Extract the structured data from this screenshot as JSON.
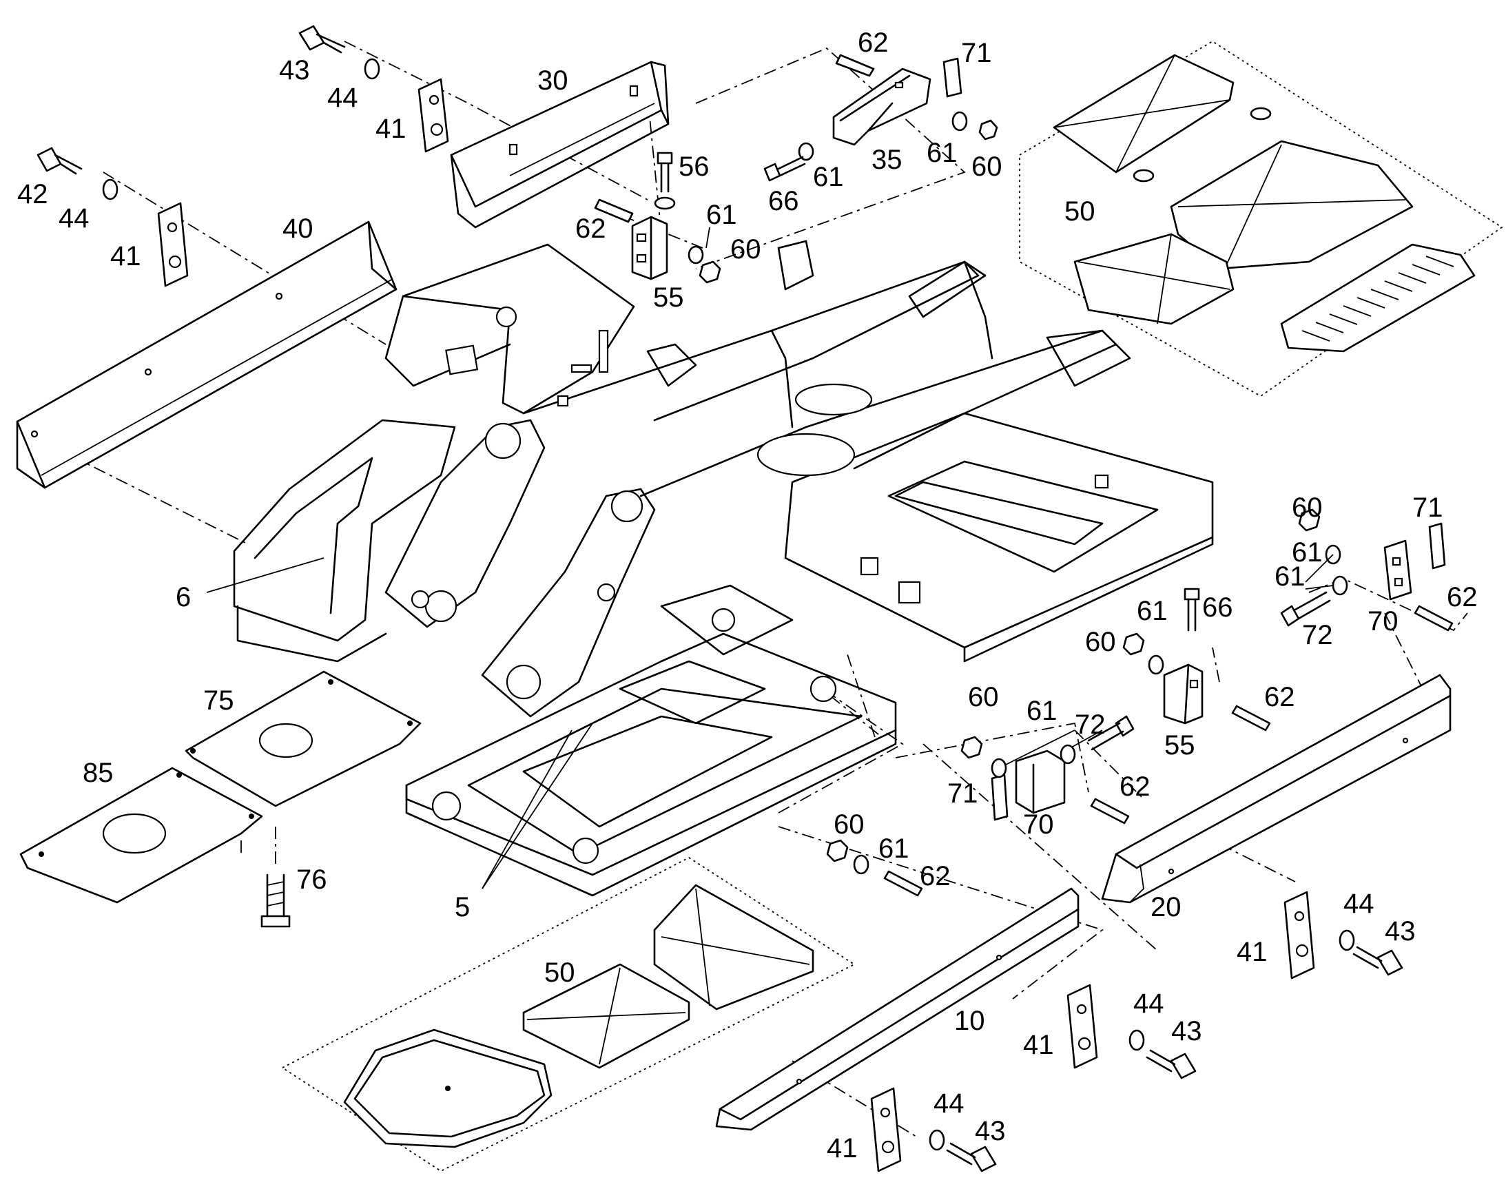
{
  "labels": {
    "l5": "5",
    "l6": "6",
    "l10": "10",
    "l20": "20",
    "l30": "30",
    "l35": "35",
    "l40": "40",
    "l41a": "41",
    "l41b": "41",
    "l41c": "41",
    "l41d": "41",
    "l41e": "41",
    "l42": "42",
    "l43a": "43",
    "l43b": "43",
    "l43c": "43",
    "l43d": "43",
    "l44a": "44",
    "l44b": "44",
    "l44c": "44",
    "l44d": "44",
    "l44e": "44",
    "l50a": "50",
    "l50b": "50",
    "l55a": "55",
    "l55b": "55",
    "l56": "56",
    "l60a": "60",
    "l60b": "60",
    "l60c": "60",
    "l60d": "60",
    "l60e": "60",
    "l60f": "60",
    "l61a": "61",
    "l61b": "61",
    "l61c": "61",
    "l61d": "61",
    "l61e": "61",
    "l61f": "61",
    "l61g": "61",
    "l61h": "61",
    "l62a": "62",
    "l62b": "62",
    "l62c": "62",
    "l62d": "62",
    "l62e": "62",
    "l62f": "62",
    "l66a": "66",
    "l66b": "66",
    "l70a": "70",
    "l70b": "70",
    "l71a": "71",
    "l71b": "71",
    "l71c": "71",
    "l72a": "72",
    "l72b": "72",
    "l75": "75",
    "l76": "76",
    "l85": "85"
  }
}
